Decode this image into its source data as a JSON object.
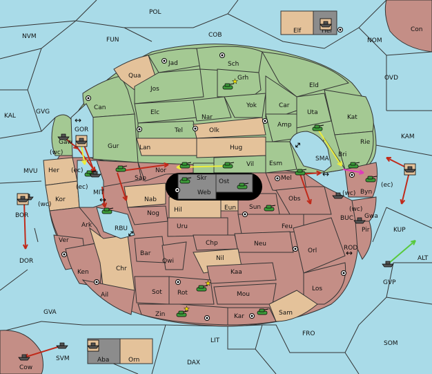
{
  "colors": {
    "sea": "#a9dbe8",
    "green": "#a4c993",
    "red": "#c48e86",
    "tan": "#e4c29a",
    "gray": "#8c8c8c",
    "move_order": "#c02a1a",
    "support_order": "#eded3c",
    "convoy_order": "#e03ab9",
    "support_hold": "#58c93c"
  },
  "sea_labels": [
    "POL",
    "NVM",
    "FUN",
    "COB",
    "NOM",
    "Con",
    "OVD",
    "KAL",
    "GVG",
    "KAM",
    "MVU",
    "BOR",
    "DOR",
    "KUP",
    "ALT",
    "GVP",
    "GVA",
    "FRO",
    "SOM",
    "LIT",
    "SVM",
    "DAX",
    "Cow",
    "BUC",
    "ROD",
    "SMA",
    "GOR",
    "MIT",
    "RBU"
  ],
  "provinces": {
    "green": [
      "Jad",
      "Sch",
      "Jos",
      "Grh",
      "Eld",
      "Can",
      "Elc",
      "Nar",
      "Yok",
      "Car",
      "Uta",
      "Kat",
      "Tel",
      "Amp",
      "Gaw",
      "Gur",
      "Vil",
      "Rie",
      "Bri",
      "Esm",
      "Skr"
    ],
    "tan": [
      "Qua",
      "Olk",
      "Lan",
      "Hug",
      "Her",
      "Nab",
      "Hil",
      "Eun",
      "Chr",
      "Nil",
      "Elf",
      "Orn",
      "Sam"
    ],
    "red": [
      "Sap",
      "Nor",
      "Mel",
      "Obs",
      "Kor",
      "Ark",
      "Nog",
      "Sun",
      "Uru",
      "Feu",
      "Ver",
      "Chp",
      "Neu",
      "Orl",
      "Bar",
      "Qwi",
      "Ken",
      "Kaa",
      "Ail",
      "Sot",
      "Rot",
      "Mou",
      "Los",
      "Zin",
      "Kar",
      "Byn",
      "Gwa",
      "Pir"
    ],
    "gray": [
      "Web",
      "Ost",
      "Hel",
      "Aba"
    ]
  },
  "coast_labels": [
    "(wc)",
    "(ec)",
    "(ec)",
    "(wc)",
    "(wc)",
    "(wc)",
    "(ec)"
  ],
  "symbols": [
    "double-arrow",
    "double-arrow",
    "double-arrow",
    "double-arrow",
    "double-arrow",
    "double-arrow"
  ]
}
